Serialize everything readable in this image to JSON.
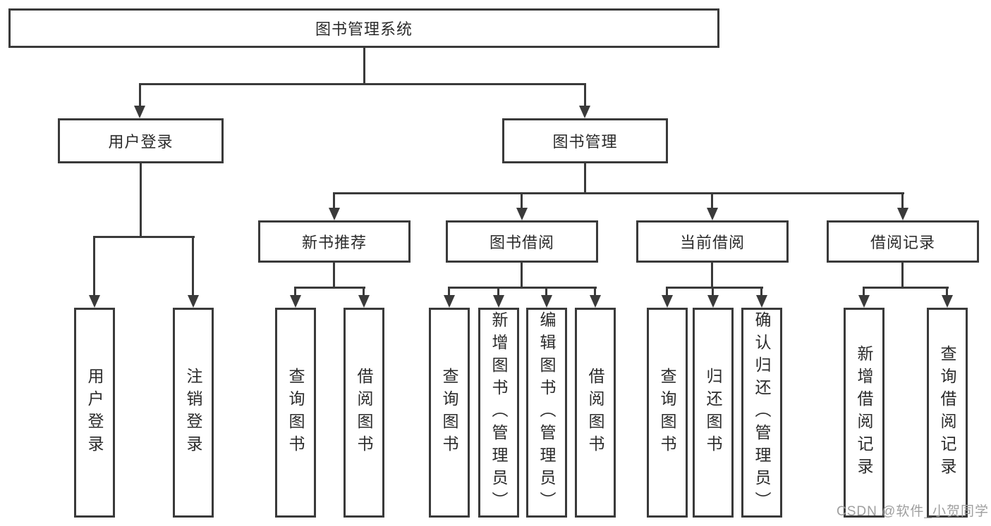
{
  "nodes": {
    "root": "图书管理系统",
    "user_login": "用户登录",
    "book_mgmt": "图书管理",
    "new_book_rec": "新书推荐",
    "book_borrow": "图书借阅",
    "current_borrow": "当前借阅",
    "borrow_records": "借阅记录",
    "leaf_user_login": "用户登录",
    "leaf_logout": "注销登录",
    "leaf_query_book_1": "查询图书",
    "leaf_borrow_book_1": "借阅图书",
    "leaf_query_book_2": "查询图书",
    "leaf_add_book": "新增图书（管理员）",
    "leaf_edit_book": "编辑图书（管理员）",
    "leaf_borrow_book_2": "借阅图书",
    "leaf_query_book_3": "查询图书",
    "leaf_return_book": "归还图书",
    "leaf_confirm_return": "确认归还（管理员）",
    "leaf_add_record": "新增借阅记录",
    "leaf_query_record": "查询借阅记录"
  },
  "watermark": "CSDN @软件_小贺同学",
  "colors": {
    "line": "#3a3a3a",
    "text": "#2b2b2b",
    "watermark": "#9f9f9f",
    "background": "#ffffff"
  }
}
